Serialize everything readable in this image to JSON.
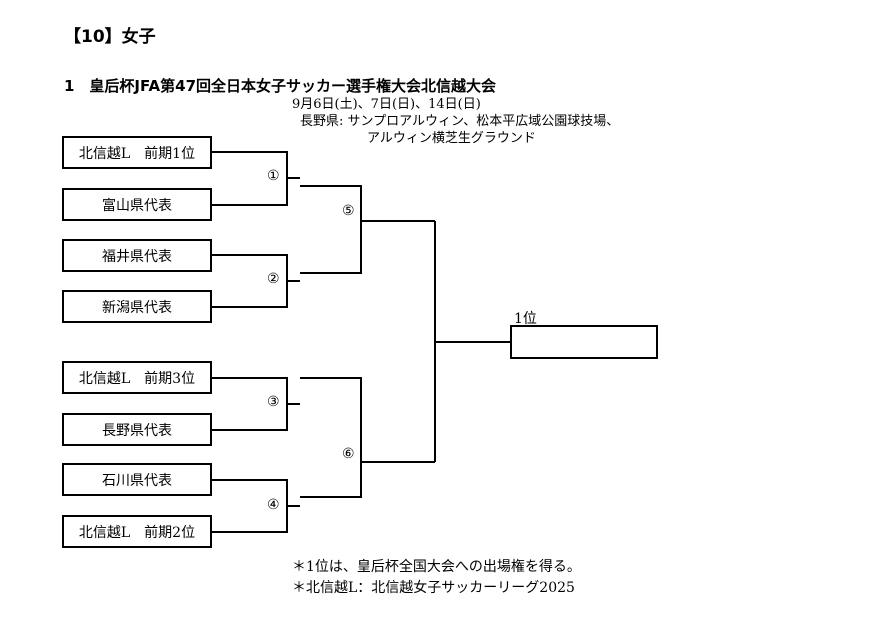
{
  "section_title": "【10】女子",
  "tournament": {
    "title": "1　皇后杯JFA第47回全日本女子サッカー選手権大会北信越大会",
    "dates": "9月6日(土)、7日(日)、14日(日)",
    "venue_line1": "長野県: サンプロアルウィン、松本平広域公園球技場、",
    "venue_line2": "アルウィン横芝生グラウンド"
  },
  "teams": [
    "北信越L　前期1位",
    "富山県代表",
    "福井県代表",
    "新潟県代表",
    "北信越L　前期3位",
    "長野県代表",
    "石川県代表",
    "北信越L　前期2位"
  ],
  "matches": [
    "①",
    "②",
    "③",
    "④",
    "⑤",
    "⑥"
  ],
  "winner_label": "1位",
  "notes": [
    "＊1位は、皇后杯全国大会への出場権を得る。",
    "＊北信越L：北信越女子サッカーリーグ2025"
  ]
}
